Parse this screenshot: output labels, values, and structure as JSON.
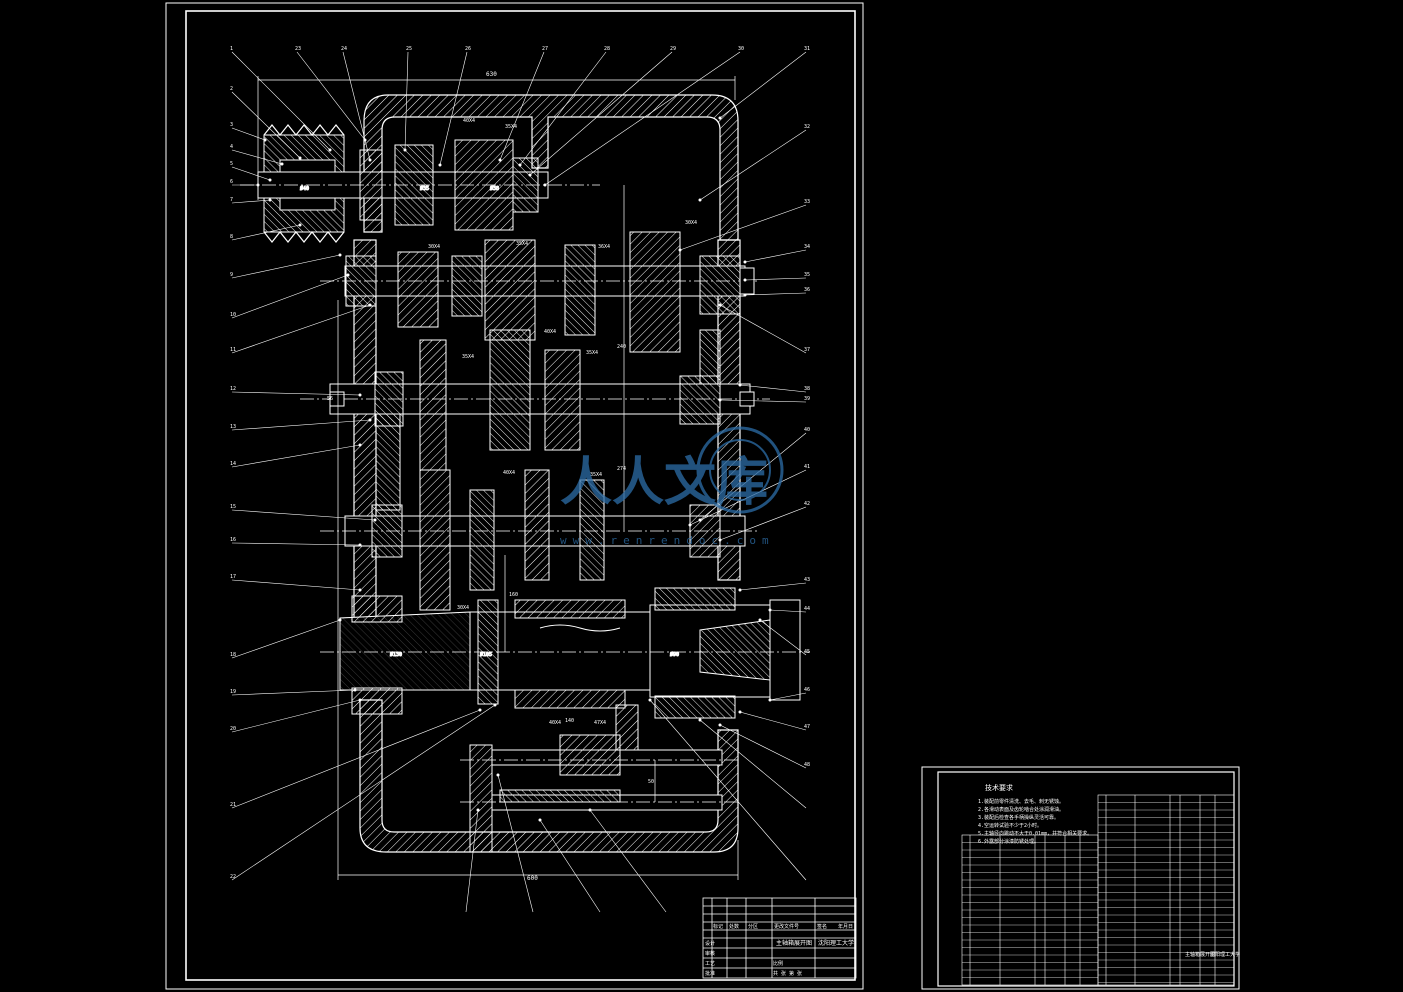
{
  "colors": {
    "background": "#000000",
    "line": "#ffffff",
    "watermark": "#2d6ea8",
    "hatch": "#ffffff"
  },
  "assembly": {
    "dimensions": {
      "overall_width": "630",
      "bottom_width": "600",
      "shaft_1": "40X4",
      "shaft_1b": "35X4",
      "shaft_2a": "30X4",
      "shaft_2b": "35X4",
      "shaft_2c": "36X4",
      "shaft_2d": "30X4",
      "shaft_3a": "35X4",
      "shaft_3b": "40X4",
      "shaft_3c": "35X4",
      "shaft_4a": "40X4",
      "shaft_4b": "35X4",
      "shaft_4c": "30X4",
      "shaft_5a": "40X4",
      "shaft_5b": "47X4",
      "v_240": "240",
      "v_274": "274",
      "v_160": "160",
      "v_140": "140",
      "v_50": "50",
      "v_56": "56"
    },
    "balloon_labels": [
      "1",
      "2",
      "3",
      "4",
      "5",
      "6",
      "7",
      "8",
      "9",
      "10",
      "11",
      "12",
      "13",
      "14",
      "15",
      "16",
      "17",
      "18",
      "19",
      "20",
      "21",
      "22",
      "23",
      "24",
      "25",
      "26",
      "27",
      "28",
      "29",
      "30",
      "31",
      "32",
      "33",
      "34",
      "35",
      "36",
      "37",
      "38",
      "39",
      "40",
      "41",
      "42",
      "43",
      "44",
      "45",
      "46",
      "47",
      "48"
    ]
  },
  "title_block": {
    "drawing_title": "主轴箱展开图",
    "school": "沈阳理工大学",
    "scale_label": "比例",
    "sheet_label": "共 张 第 张",
    "row_labels": [
      "标记",
      "处数",
      "分区",
      "更改文件号",
      "签名",
      "年月日"
    ],
    "role_labels": [
      "设计",
      "审核",
      "工艺",
      "批准"
    ]
  },
  "tech_sheet": {
    "title": "技术要求",
    "requirements": [
      "1.装配前零件清洗、去毛、刺无锈蚀。",
      "2.各滑动表面及齿轮啮合处涂润滑油。",
      "3.装配后检查各手柄操纵灵活可靠。",
      "4.空运转试验不少于2小时。",
      "5.主轴径向跳动不大于0.01mm，并符合相关要求。",
      "6.外露部分涂漆防锈处理。"
    ],
    "drawing_title": "主轴箱展开图",
    "school": "沈阳理工大学"
  },
  "watermark": {
    "text": "人人文库",
    "url": "www.renrendoc.com"
  }
}
